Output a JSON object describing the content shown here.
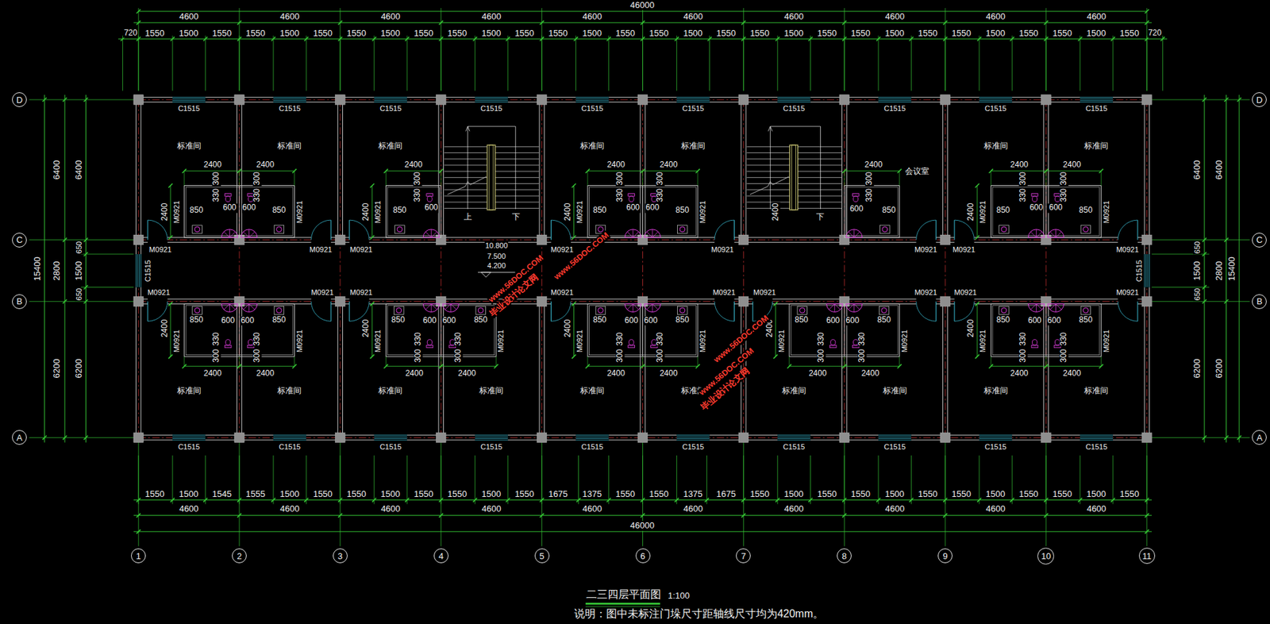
{
  "diagram": {
    "title": "二三四层平面图",
    "caption": "说明：图中未标注门垛尺寸距轴线尺寸均为420mm。",
    "nodes": [
      {
        "text": [
          "D"
        ]
      },
      {
        "text": [
          "D"
        ]
      },
      {
        "text": [
          "C"
        ]
      },
      {
        "text": [
          "C"
        ]
      },
      {
        "text": [
          "B"
        ]
      },
      {
        "text": [
          "B"
        ]
      },
      {
        "text": [
          "A"
        ]
      },
      {
        "text": [
          "A"
        ]
      },
      {
        "text": [
          "1"
        ]
      },
      {
        "text": [
          "2"
        ]
      },
      {
        "text": [
          "3"
        ]
      },
      {
        "text": [
          "4"
        ]
      },
      {
        "text": [
          "5"
        ]
      },
      {
        "text": [
          "6"
        ]
      },
      {
        "text": [
          "7"
        ]
      },
      {
        "text": [
          "8"
        ]
      },
      {
        "text": [
          "9"
        ]
      },
      {
        "text": [
          "10"
        ]
      },
      {
        "text": [
          "11"
        ]
      }
    ],
    "labels": [
      "46000",
      "4600",
      "4600",
      "4600",
      "4600",
      "4600",
      "4600",
      "4600",
      "4600",
      "4600",
      "4600",
      "720",
      "1550",
      "1500",
      "1550",
      "1550",
      "1500",
      "1550",
      "1550",
      "1500",
      "1550",
      "1550",
      "1500",
      "1550",
      "1550",
      "1500",
      "1550",
      "1550",
      "1500",
      "1550",
      "1550",
      "1500",
      "1550",
      "1550",
      "1500",
      "1550",
      "1550",
      "1500",
      "1550",
      "1550",
      "1500",
      "1550",
      "720",
      "6400",
      "6400",
      "15400",
      "2800",
      "650",
      "1500",
      "650",
      "6200",
      "6200",
      "6400",
      "6400",
      "15400",
      "2800",
      "650",
      "1500",
      "650",
      "6200",
      "6200",
      "C1515",
      "C1515",
      "C1515",
      "C1515",
      "C1515",
      "C1515",
      "C1515",
      "C1515",
      "C1515",
      "C1515",
      "标准间",
      "标准间",
      "标准间",
      "标准间",
      "标准间",
      "会议室",
      "标准间",
      "标准间",
      "上",
      "下",
      "2400",
      "下",
      "2400",
      "2400",
      "330",
      "300",
      "330",
      "300",
      "2400",
      "M0921",
      "850",
      "600",
      "600",
      "850",
      "M0921",
      "2400",
      "330",
      "300",
      "2400",
      "M0921",
      "850",
      "600",
      "2400",
      "2400",
      "330",
      "300",
      "330",
      "300",
      "2400",
      "M0921",
      "850",
      "600",
      "600",
      "850",
      "M0921",
      "2400",
      "330",
      "300",
      "600",
      "850",
      "2400",
      "2400",
      "330",
      "300",
      "330",
      "300",
      "2400",
      "M0921",
      "850",
      "600",
      "600",
      "850",
      "M0921",
      "M0921",
      "M0921",
      "M0921",
      "M0921",
      "M0921",
      "M0921",
      "M0921",
      "M0921",
      "C1515",
      "C1515",
      "10.800",
      "7.500",
      "4.200",
      "M0921",
      "M0921",
      "M0921",
      "M0921",
      "M0921",
      "M0921",
      "M0921",
      "M0921",
      "M0921",
      "2400",
      "M0921",
      "850",
      "600",
      "600",
      "850",
      "M0921",
      "300",
      "330",
      "300",
      "330",
      "2400",
      "2400",
      "2400",
      "M0921",
      "850",
      "600",
      "600",
      "850",
      "M0921",
      "300",
      "330",
      "300",
      "330",
      "2400",
      "2400",
      "2400",
      "M0921",
      "850",
      "600",
      "600",
      "850",
      "M0921",
      "300",
      "330",
      "300",
      "330",
      "2400",
      "2400",
      "2400",
      "M0921",
      "850",
      "600",
      "600",
      "850",
      "M0921",
      "300",
      "330",
      "300",
      "330",
      "2400",
      "2400",
      "2400",
      "M0921",
      "850",
      "600",
      "600",
      "850",
      "M0921",
      "300",
      "330",
      "300",
      "330",
      "2400",
      "2400",
      "标准间",
      "标准间",
      "标准间",
      "标准间",
      "标准间",
      "标准间",
      "标准间",
      "标准间",
      "标准间",
      "标准间",
      "C1515",
      "C1515",
      "C1515",
      "C1515",
      "C1515",
      "C1515",
      "C1515",
      "C1515",
      "C1515",
      "C1515",
      "1550",
      "1500",
      "1545",
      "1555",
      "1500",
      "1550",
      "1550",
      "1500",
      "1550",
      "1550",
      "1500",
      "1550",
      "1675",
      "1375",
      "1550",
      "1550",
      "1375",
      "1675",
      "1550",
      "1500",
      "1550",
      "1550",
      "1500",
      "1550",
      "1550",
      "1500",
      "1550",
      "1550",
      "1500",
      "1550",
      "4600",
      "4600",
      "4600",
      "4600",
      "4600",
      "4600",
      "4600",
      "4600",
      "4600",
      "4600",
      "46000",
      "1:100",
      "www.56DOC.COM",
      "毕业设计论文网",
      "www.56DOC.COM",
      "www.56DOC.COM",
      "毕业设计论文网",
      "www.56DOC.COM"
    ]
  }
}
